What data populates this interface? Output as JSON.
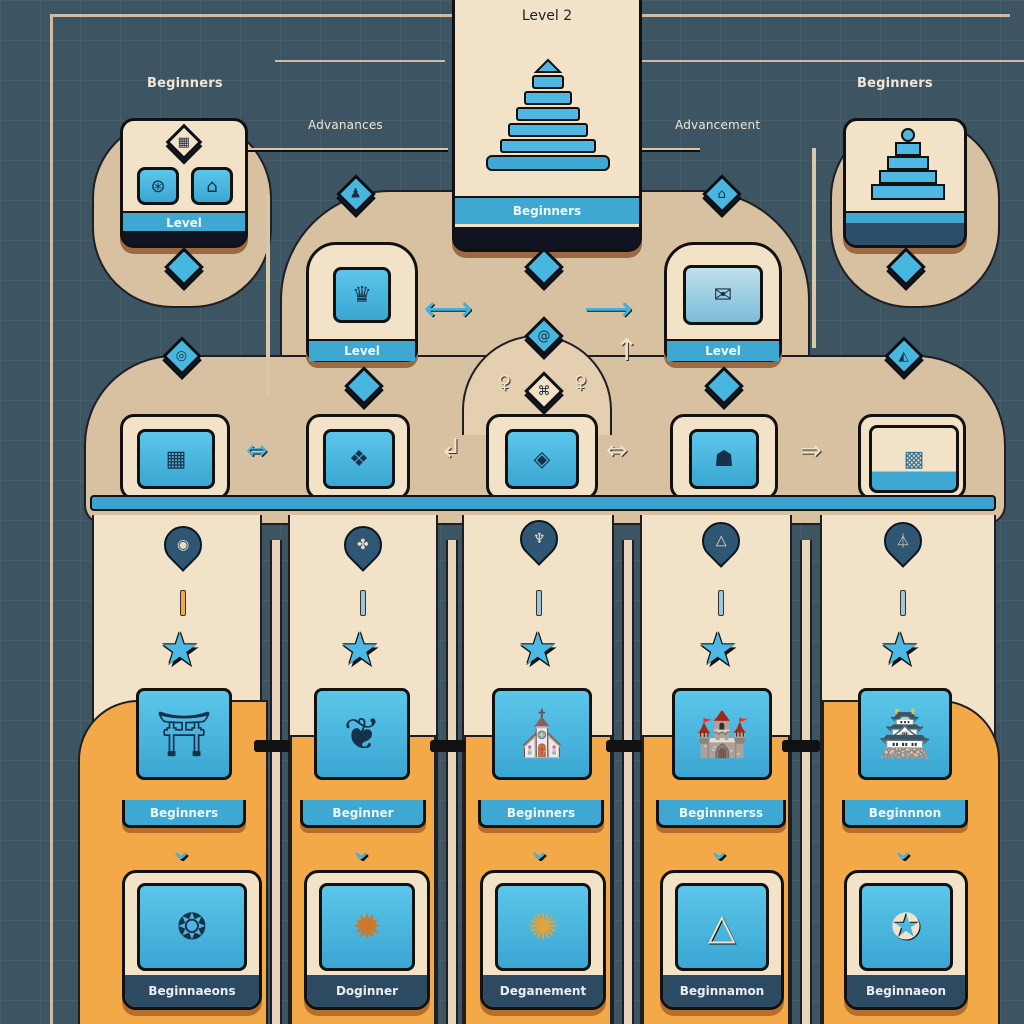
{
  "header": {
    "title": "Level 2",
    "left_caption": "Beginners",
    "left_sub_caption": "Advanances",
    "right_caption": "Beginners",
    "right_sub_caption": "Advancement"
  },
  "top_cards": [
    {
      "id": "left",
      "label": "Level",
      "icons": [
        "mosaic-icon",
        "arch-icon"
      ]
    },
    {
      "id": "center",
      "label": "Beginners",
      "icon": "pyramid-icon"
    },
    {
      "id": "right",
      "label": "",
      "icon": "pyramid-icon"
    }
  ],
  "mid_cards": [
    {
      "id": "mid-left",
      "label": "Level",
      "icon": "trophy-icon"
    },
    {
      "id": "mid-right",
      "label": "Level",
      "icon": "scroll-icon"
    }
  ],
  "row_tiles": [
    {
      "icon": "pattern-icon",
      "glyph": "▦"
    },
    {
      "icon": "ornament-icon",
      "glyph": "❖"
    },
    {
      "icon": "eye-icon",
      "glyph": "◈"
    },
    {
      "icon": "totem-icon",
      "glyph": "☗"
    },
    {
      "icon": "tapestry-icon",
      "glyph": "▩"
    }
  ],
  "row_arrows": [
    "⇔",
    "↲",
    "⇔",
    "⇒"
  ],
  "columns": [
    {
      "pin_glyph": "◉",
      "image_icon": "temple-gate-icon",
      "image_glyph": "⛩",
      "mid_label": "Beginners",
      "bottom_icon": "gem-icon",
      "bottom_glyph": "❂",
      "bottom_label": "Beginnaeons"
    },
    {
      "pin_glyph": "✤",
      "image_icon": "tree-icon",
      "image_glyph": "❦",
      "mid_label": "Beginner",
      "bottom_icon": "sun-icon",
      "bottom_glyph": "✹",
      "bottom_label": "Doginner"
    },
    {
      "pin_glyph": "♆",
      "image_icon": "cathedral-icon",
      "image_glyph": "⛪",
      "mid_label": "Beginners",
      "bottom_icon": "flower-icon",
      "bottom_glyph": "✺",
      "bottom_label": "Deganement"
    },
    {
      "pin_glyph": "△",
      "image_icon": "palace-icon",
      "image_glyph": "🏰",
      "mid_label": "Beginnnerss",
      "bottom_icon": "triangle-icon",
      "bottom_glyph": "△",
      "bottom_label": "Beginnamon"
    },
    {
      "pin_glyph": "⏃",
      "image_icon": "village-icon",
      "image_glyph": "🏯",
      "mid_label": "Beginnnon",
      "bottom_icon": "compass-icon",
      "bottom_glyph": "✪",
      "bottom_label": "Beginnaeon"
    }
  ],
  "colors": {
    "background": "#3d5563",
    "cream": "#f2e3c8",
    "tan": "#d8c1a0",
    "blue": "#3ea8d3",
    "orange": "#f4a949",
    "navy": "#2d4a63"
  }
}
